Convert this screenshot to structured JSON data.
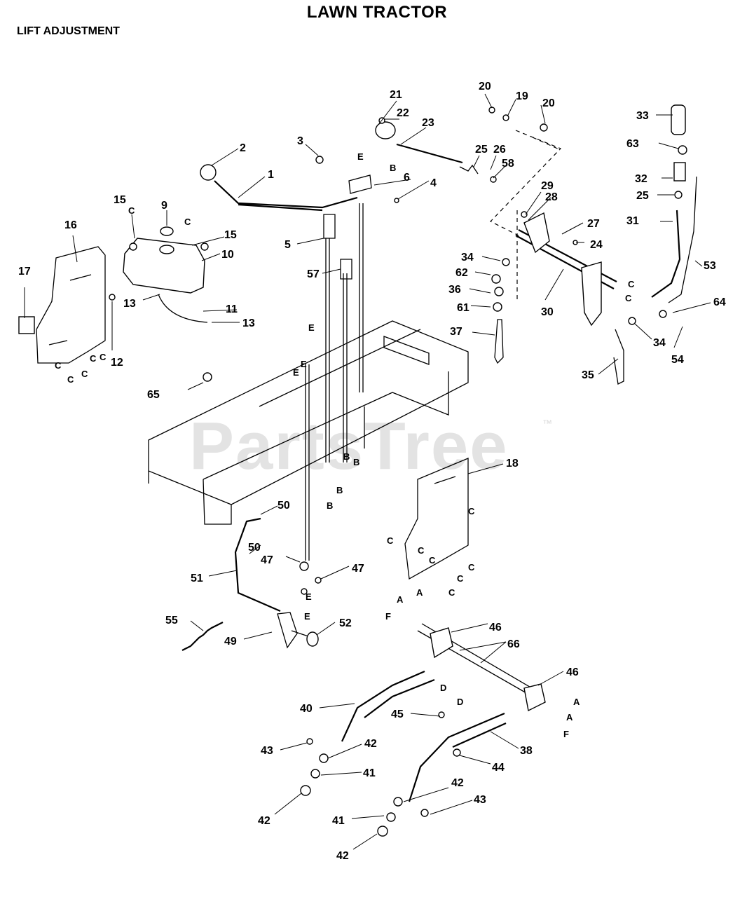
{
  "title": "LAWN TRACTOR",
  "subtitle": "LIFT ADJUSTMENT",
  "watermark": "PartsTree",
  "watermark_tm": "™",
  "callouts": [
    {
      "n": "1"
    },
    {
      "n": "2"
    },
    {
      "n": "3"
    },
    {
      "n": "4"
    },
    {
      "n": "5"
    },
    {
      "n": "6"
    },
    {
      "n": "9"
    },
    {
      "n": "10"
    },
    {
      "n": "11"
    },
    {
      "n": "12"
    },
    {
      "n": "13"
    },
    {
      "n": "13"
    },
    {
      "n": "15"
    },
    {
      "n": "15"
    },
    {
      "n": "16"
    },
    {
      "n": "17"
    },
    {
      "n": "18"
    },
    {
      "n": "19"
    },
    {
      "n": "20"
    },
    {
      "n": "20"
    },
    {
      "n": "21"
    },
    {
      "n": "22"
    },
    {
      "n": "23"
    },
    {
      "n": "24"
    },
    {
      "n": "25"
    },
    {
      "n": "25"
    },
    {
      "n": "26"
    },
    {
      "n": "27"
    },
    {
      "n": "28"
    },
    {
      "n": "29"
    },
    {
      "n": "30"
    },
    {
      "n": "31"
    },
    {
      "n": "32"
    },
    {
      "n": "33"
    },
    {
      "n": "34"
    },
    {
      "n": "34"
    },
    {
      "n": "35"
    },
    {
      "n": "36"
    },
    {
      "n": "37"
    },
    {
      "n": "38"
    },
    {
      "n": "40"
    },
    {
      "n": "41"
    },
    {
      "n": "41"
    },
    {
      "n": "42"
    },
    {
      "n": "42"
    },
    {
      "n": "42"
    },
    {
      "n": "42"
    },
    {
      "n": "43"
    },
    {
      "n": "43"
    },
    {
      "n": "44"
    },
    {
      "n": "45"
    },
    {
      "n": "46"
    },
    {
      "n": "46"
    },
    {
      "n": "47"
    },
    {
      "n": "47"
    },
    {
      "n": "49"
    },
    {
      "n": "50"
    },
    {
      "n": "50"
    },
    {
      "n": "51"
    },
    {
      "n": "52"
    },
    {
      "n": "53"
    },
    {
      "n": "54"
    },
    {
      "n": "55"
    },
    {
      "n": "57"
    },
    {
      "n": "58"
    },
    {
      "n": "61"
    },
    {
      "n": "62"
    },
    {
      "n": "63"
    },
    {
      "n": "64"
    },
    {
      "n": "65"
    },
    {
      "n": "66"
    }
  ],
  "ref_letters": [
    "C",
    "C",
    "C",
    "C",
    "C",
    "C",
    "C",
    "C",
    "C",
    "C",
    "C",
    "C",
    "C",
    "C",
    "C",
    "C",
    "E",
    "E",
    "E",
    "E",
    "E",
    "E",
    "B",
    "B",
    "B",
    "B",
    "B",
    "A",
    "A",
    "A",
    "A",
    "F",
    "F",
    "D",
    "D"
  ]
}
